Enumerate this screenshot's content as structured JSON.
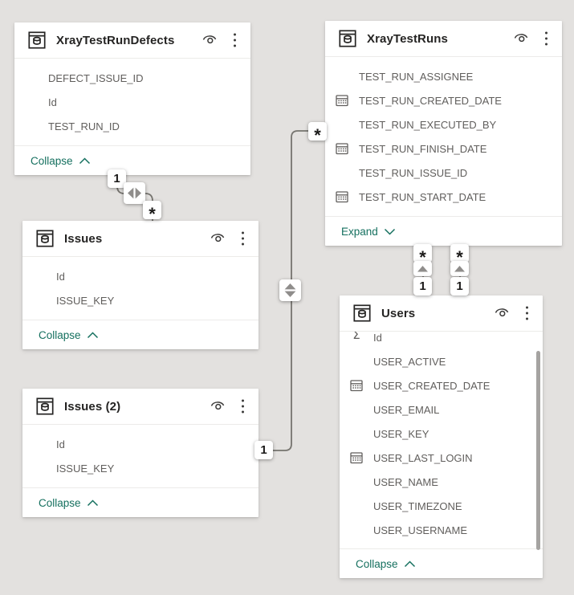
{
  "colors": {
    "canvas_background": "#e3e1df",
    "card_background": "#ffffff",
    "title_text": "#252423",
    "field_text": "#605e5c",
    "link_teal": "#15705f",
    "relationship_line": "#76746f",
    "marker_text": "#1b1a19",
    "arrow_gray": "#8f8d8b"
  },
  "tables": [
    {
      "title": "XrayTestRunDefects",
      "fields": [
        {
          "name": "DEFECT_ISSUE_ID",
          "icon": "none"
        },
        {
          "name": "Id",
          "icon": "none"
        },
        {
          "name": "TEST_RUN_ID",
          "icon": "none"
        }
      ],
      "footer_label": "Collapse",
      "footer_direction": "up"
    },
    {
      "title": "XrayTestRuns",
      "fields": [
        {
          "name": "TEST_RUN_ASSIGNEE",
          "icon": "none"
        },
        {
          "name": "TEST_RUN_CREATED_DATE",
          "icon": "calendar"
        },
        {
          "name": "TEST_RUN_EXECUTED_BY",
          "icon": "none"
        },
        {
          "name": "TEST_RUN_FINISH_DATE",
          "icon": "calendar"
        },
        {
          "name": "TEST_RUN_ISSUE_ID",
          "icon": "none"
        },
        {
          "name": "TEST_RUN_START_DATE",
          "icon": "calendar"
        }
      ],
      "footer_label": "Expand",
      "footer_direction": "down"
    },
    {
      "title": "Issues",
      "fields": [
        {
          "name": "Id",
          "icon": "none"
        },
        {
          "name": "ISSUE_KEY",
          "icon": "none"
        }
      ],
      "footer_label": "Collapse",
      "footer_direction": "up"
    },
    {
      "title": "Issues (2)",
      "fields": [
        {
          "name": "Id",
          "icon": "none"
        },
        {
          "name": "ISSUE_KEY",
          "icon": "none"
        }
      ],
      "footer_label": "Collapse",
      "footer_direction": "up"
    },
    {
      "title": "Users",
      "fields": [
        {
          "name": "Id",
          "icon": "sigma"
        },
        {
          "name": "USER_ACTIVE",
          "icon": "none"
        },
        {
          "name": "USER_CREATED_DATE",
          "icon": "calendar"
        },
        {
          "name": "USER_EMAIL",
          "icon": "none"
        },
        {
          "name": "USER_KEY",
          "icon": "none"
        },
        {
          "name": "USER_LAST_LOGIN",
          "icon": "calendar"
        },
        {
          "name": "USER_NAME",
          "icon": "none"
        },
        {
          "name": "USER_TIMEZONE",
          "icon": "none"
        },
        {
          "name": "USER_USERNAME",
          "icon": "none"
        }
      ],
      "footer_label": "Collapse",
      "footer_direction": "up"
    }
  ],
  "relationships": [
    {
      "from_table": "XrayTestRunDefects",
      "from_cardinality": "1",
      "to_table": "Issues",
      "to_cardinality": "*",
      "cross_filter": "both"
    },
    {
      "from_table": "Issues (2)",
      "from_cardinality": "1",
      "to_table": "XrayTestRuns",
      "to_cardinality": "*",
      "cross_filter": "both"
    },
    {
      "from_table": "Users",
      "from_cardinality": "1",
      "to_table": "XrayTestRuns",
      "to_cardinality": "*",
      "cross_filter": "single"
    },
    {
      "from_table": "Users",
      "from_cardinality": "1",
      "to_table": "XrayTestRuns",
      "to_cardinality": "*",
      "cross_filter": "single"
    }
  ]
}
